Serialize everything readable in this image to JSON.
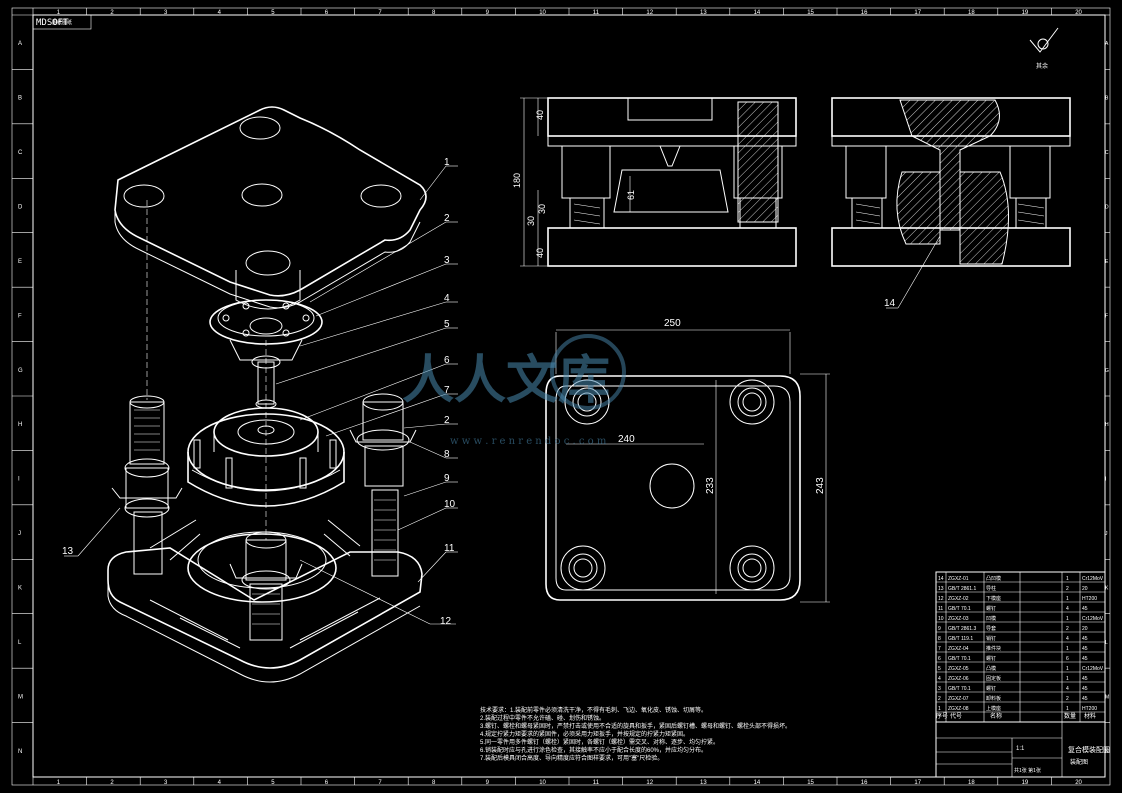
{
  "drawing": {
    "stamp_top_left": "MDSOFT",
    "stamp_top_left_sub": "图纸图纸",
    "roughness_label": "其余"
  },
  "border": {
    "top_numbers": [
      "1",
      "2",
      "3",
      "4",
      "5",
      "6",
      "7",
      "8",
      "9",
      "10",
      "11",
      "12",
      "13",
      "14",
      "15",
      "16",
      "17",
      "18",
      "19",
      "20"
    ],
    "side_letters": [
      "A",
      "B",
      "C",
      "D",
      "E",
      "F",
      "G",
      "H",
      "I",
      "J",
      "K",
      "L",
      "M",
      "N"
    ]
  },
  "callouts": [
    "1",
    "2",
    "3",
    "4",
    "5",
    "6",
    "7",
    "2",
    "8",
    "9",
    "10",
    "11",
    "12",
    "13",
    "14"
  ],
  "section_dims": {
    "top": "40",
    "overall": "180",
    "mid1": "30",
    "mid2": "30",
    "inner": "61",
    "bottom": "40"
  },
  "plan_dims": {
    "width_outer": "250",
    "width_inner": "240",
    "height_inner": "233",
    "height_outer": "243"
  },
  "watermark": {
    "brand": "人人文库",
    "url": "w w w . r e n r e n d o c . c o m"
  },
  "notes": {
    "lines": [
      "技术要求：1.装配前零件必须清洗干净，不得有毛刺、飞边、氧化皮、锈蚀、切屑等。",
      "2.装配过程中零件不允许磕、碰、划伤和锈蚀。",
      "3.螺钉、螺栓和螺母紧固时，严禁打击或使用不合适的旋具和扳手，紧固后螺钉槽、螺母和螺钉、螺栓头部不得损坏。",
      "4.规定拧紧力矩要求的紧固件，必须采用力矩扳手，并按规定的拧紧力矩紧固。",
      "5.同一零件用多件螺钉（螺栓）紧固时，各螺钉（螺栓）需交叉、对称、逐步、均匀拧紧。",
      "6.销装配时应与孔进行涂色检查，其接触率不应小于配合长度的60%，并应均匀分布。",
      "7.装配后模具闭合高度、导向精度应符合图样要求，可用\"塞\"尺检验。"
    ]
  },
  "bom": {
    "rows": [
      {
        "no": "14",
        "code": "ZGXZ-01",
        "name": "凸凹模",
        "qty": "1",
        "material": "Cr12MoV"
      },
      {
        "no": "13",
        "code": "GB/T 2861.1",
        "name": "导柱",
        "qty": "2",
        "material": "20"
      },
      {
        "no": "12",
        "code": "ZGXZ-02",
        "name": "下模座",
        "qty": "1",
        "material": "HT200"
      },
      {
        "no": "11",
        "code": "GB/T 70.1",
        "name": "螺钉",
        "qty": "4",
        "material": "45"
      },
      {
        "no": "10",
        "code": "ZGXZ-03",
        "name": "凹模",
        "qty": "1",
        "material": "Cr12MoV"
      },
      {
        "no": "9",
        "code": "GB/T 2861.3",
        "name": "导套",
        "qty": "2",
        "material": "20"
      },
      {
        "no": "8",
        "code": "GB/T 119.1",
        "name": "销钉",
        "qty": "4",
        "material": "45"
      },
      {
        "no": "7",
        "code": "ZGXZ-04",
        "name": "推件块",
        "qty": "1",
        "material": "45"
      },
      {
        "no": "6",
        "code": "GB/T 70.1",
        "name": "螺钉",
        "qty": "6",
        "material": "45"
      },
      {
        "no": "5",
        "code": "ZGXZ-05",
        "name": "凸模",
        "qty": "1",
        "material": "Cr12MoV"
      },
      {
        "no": "4",
        "code": "ZGXZ-06",
        "name": "固定板",
        "qty": "1",
        "material": "45"
      },
      {
        "no": "3",
        "code": "GB/T 70.1",
        "name": "螺钉",
        "qty": "4",
        "material": "45"
      },
      {
        "no": "2",
        "code": "ZGXZ-07",
        "name": "卸料板",
        "qty": "2",
        "material": "45"
      },
      {
        "no": "1",
        "code": "ZGXZ-08",
        "name": "上模座",
        "qty": "1",
        "material": "HT200"
      }
    ],
    "header": {
      "no": "序号",
      "code": "代号",
      "name": "名称",
      "qty": "数量",
      "material": "材料"
    },
    "title_block": {
      "title": "复合模装配图",
      "sub": "装配图",
      "scale": "1:1",
      "sheet": "共1张 第1张"
    }
  }
}
